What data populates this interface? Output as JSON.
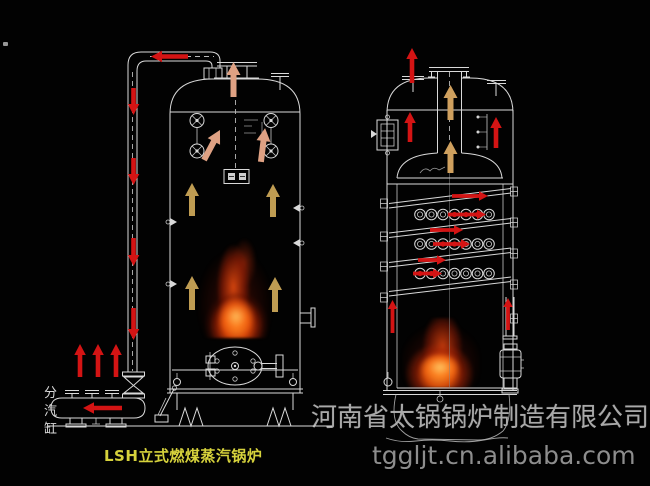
{
  "image": {
    "type": "vertical-boiler-technical-diagram",
    "background": "#020202"
  },
  "caption": {
    "text": "LSH立式燃煤蒸汽锅炉",
    "color": "#d6d23c"
  },
  "steam_header_label": {
    "text": "分汽缸",
    "chars": [
      "分",
      "汽",
      "缸"
    ],
    "color": "#d9d9d9"
  },
  "watermark": {
    "company": "河南省太锅锅炉制造有限公司",
    "website": "tggljt.cn.alibaba.com",
    "company_color": "#a9a9a9",
    "website_color": "#8d8d8d"
  },
  "colors": {
    "line": "#d9d9d9",
    "red_arrow": "#d41414",
    "tan_arrow": "#bf9c52",
    "chimney_arrow": "#cfa05e",
    "salmon_arrow": "#dfa183",
    "flame_orange": "#ff7a1a",
    "flame_red": "#c22a06"
  }
}
